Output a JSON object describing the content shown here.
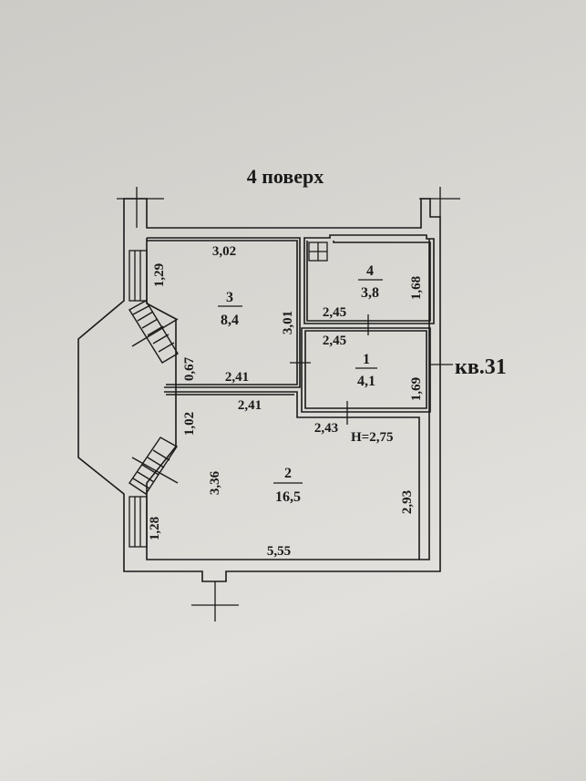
{
  "floor_label": "4 поверх",
  "apartment_label": "кв.31",
  "height_label": "Н=2,75",
  "rooms": [
    {
      "number": "1",
      "area": "4,1"
    },
    {
      "number": "2",
      "area": "16,5"
    },
    {
      "number": "3",
      "area": "8,4"
    },
    {
      "number": "4",
      "area": "3,8"
    }
  ],
  "dimensions": {
    "room3_top": "3,02",
    "room3_left": "1,29",
    "room3_right": "3,01",
    "room3_bottom": "2,41",
    "bay_window_small": "0,67",
    "room4_bottom": "2,45",
    "room4_right": "1,68",
    "room1_top": "2,45",
    "room1_right": "1,69",
    "room1_bottom": "2,43",
    "room2_top": "2,41",
    "room2_bay_upper": "1,02",
    "room2_left": "3,36",
    "room2_bay_lower": "1,28",
    "room2_bottom": "5,55",
    "room2_right": "2,93"
  },
  "colors": {
    "wall": "#1a1a1a",
    "paper": "#f4f3f0"
  }
}
